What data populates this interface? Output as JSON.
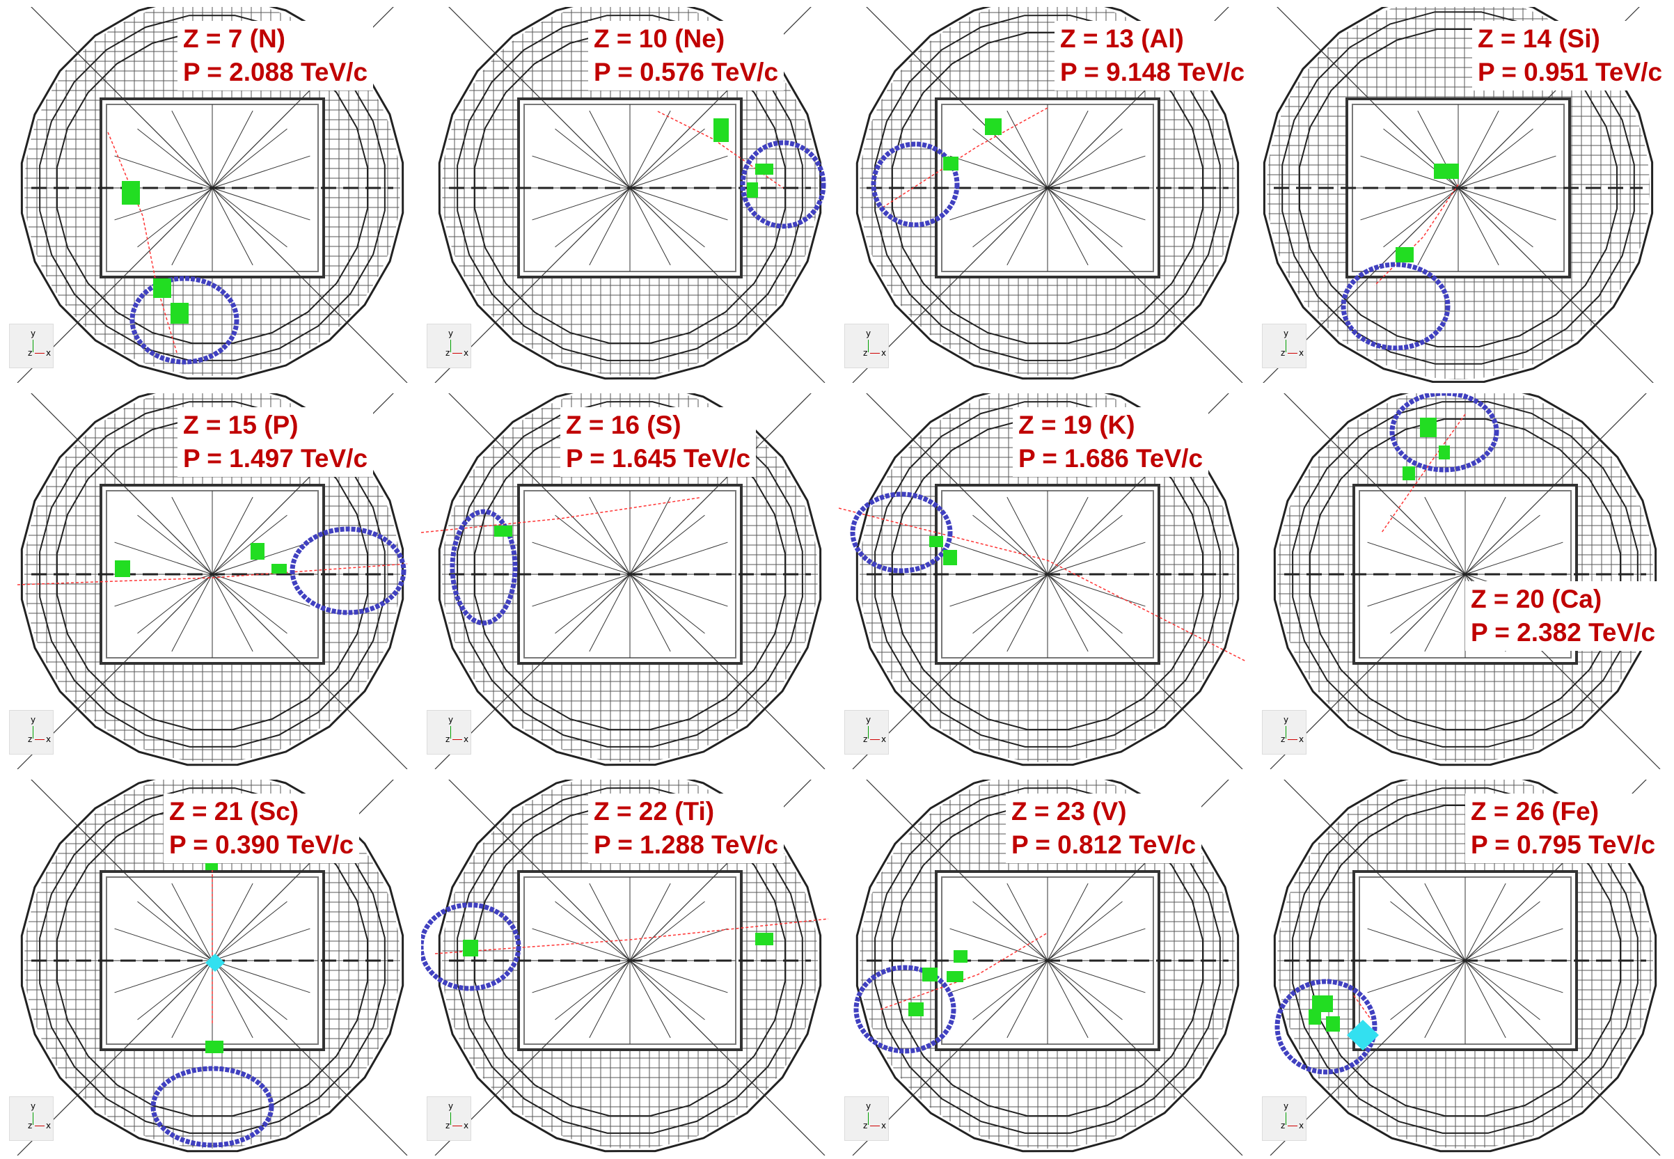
{
  "events": [
    {
      "z_label": "Z = 7 (N)",
      "p_label": "P = 2.088 TeV/c"
    },
    {
      "z_label": "Z = 10 (Ne)",
      "p_label": "P = 0.576 TeV/c"
    },
    {
      "z_label": "Z = 13 (Al)",
      "p_label": "P = 9.148 TeV/c"
    },
    {
      "z_label": "Z = 14 (Si)",
      "p_label": "P = 0.951 TeV/c"
    },
    {
      "z_label": "Z = 15 (P)",
      "p_label": "P = 1.497 TeV/c"
    },
    {
      "z_label": "Z = 16 (S)",
      "p_label": "P = 1.645 TeV/c"
    },
    {
      "z_label": "Z = 19 (K)",
      "p_label": "P = 1.686 TeV/c"
    },
    {
      "z_label": "Z = 20 (Ca)",
      "p_label": "P = 2.382 TeV/c"
    },
    {
      "z_label": "Z = 21 (Sc)",
      "p_label": "P = 0.390 TeV/c"
    },
    {
      "z_label": "Z = 22 (Ti)",
      "p_label": "P = 1.288 TeV/c"
    },
    {
      "z_label": "Z = 23 (V)",
      "p_label": "P = 0.812 TeV/c"
    },
    {
      "z_label": "Z = 26 (Fe)",
      "p_label": "P = 0.795 TeV/c"
    }
  ],
  "axis_widget": {
    "y_label": "y",
    "z_label": "z",
    "x_label": "x"
  },
  "colors": {
    "label_text": "#c00000",
    "hit_cells": "#22dd22",
    "ring": "#4040c0",
    "track": "#ff3333",
    "secondary_hits": "#33e0f0",
    "grid": "#444444"
  }
}
